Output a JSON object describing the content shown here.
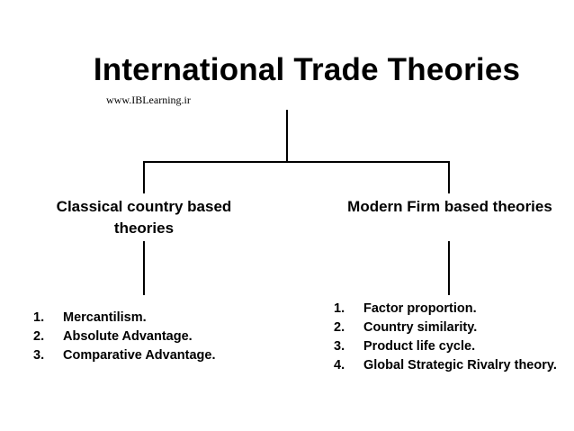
{
  "title": "International Trade Theories",
  "watermark": "www.IBLearning.ir",
  "branches": {
    "left": {
      "heading_line1": "Classical country based",
      "heading_line2": "theories",
      "items": [
        {
          "num": "1.",
          "text": "Mercantilism."
        },
        {
          "num": "2.",
          "text": "Absolute Advantage."
        },
        {
          "num": "3.",
          "text": "Comparative Advantage."
        }
      ]
    },
    "right": {
      "heading_line1": "Modern Firm based theories",
      "items": [
        {
          "num": "1.",
          "text": "Factor proportion."
        },
        {
          "num": "2.",
          "text": "Country similarity."
        },
        {
          "num": "3.",
          "text": "Product life cycle."
        },
        {
          "num": "4.",
          "text": "Global Strategic Rivalry theory."
        }
      ]
    }
  }
}
